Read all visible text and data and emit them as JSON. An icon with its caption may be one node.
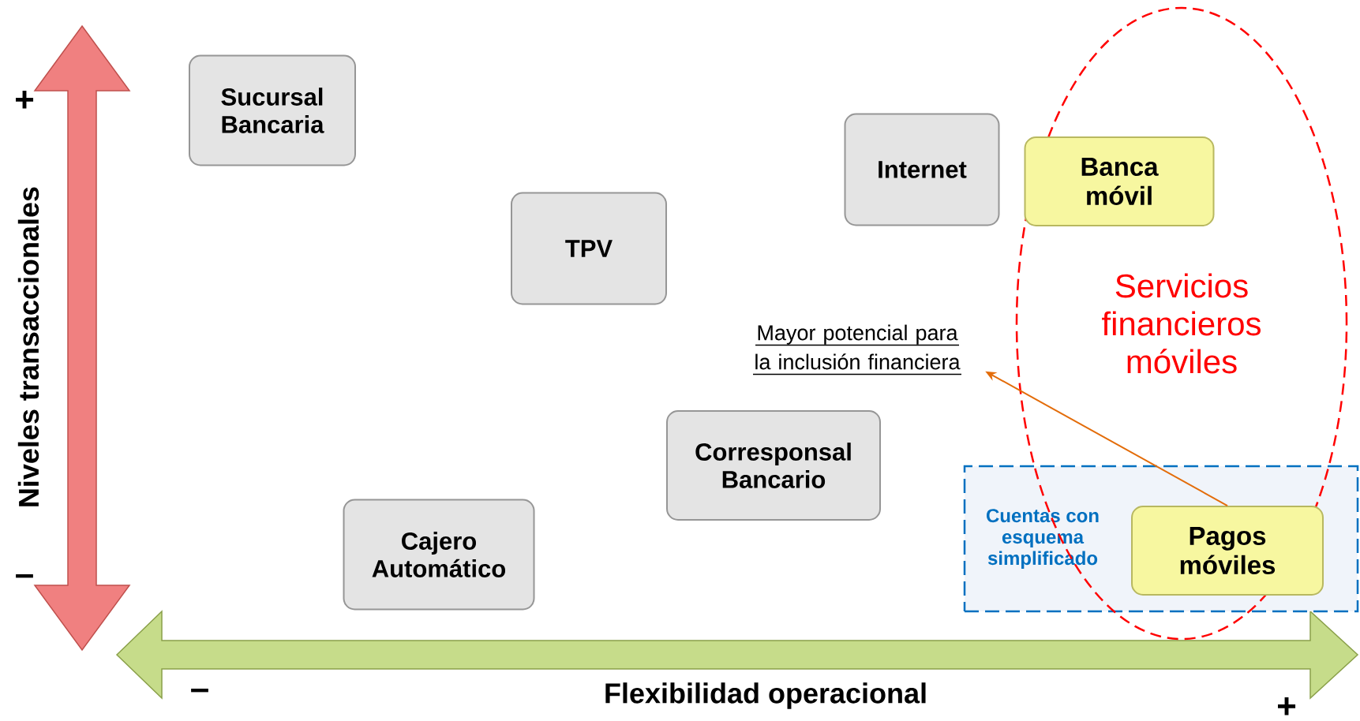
{
  "diagram": {
    "nodes": [
      {
        "text": [
          "Sucursal Bancaria"
        ]
      },
      {
        "text": [
          "Internet"
        ]
      },
      {
        "text": [
          "Servicios financieros móviles"
        ]
      },
      {
        "text": [
          "Banca móvil"
        ],
        "in": 2
      },
      {
        "text": [
          "TPV"
        ]
      },
      {
        "text": [
          "Mayor potencial para la inclusión financiera"
        ]
      },
      {
        "text": [
          "Corresponsal Bancario"
        ]
      },
      {
        "text": [
          "Cuentas con esquema simplificado"
        ]
      },
      {
        "text": [
          "Cajero Automático"
        ]
      },
      {
        "text": [
          "Pagos móviles"
        ],
        "in": 7
      }
    ],
    "edges": [
      {
        "from": 9,
        "to": 5,
        "arrow": "to",
        "color": "#e36c09"
      }
    ],
    "labels": [
      "+",
      "–",
      "Niveles transaccionales",
      "–",
      "Flexibilidad operacional",
      "+"
    ]
  }
}
